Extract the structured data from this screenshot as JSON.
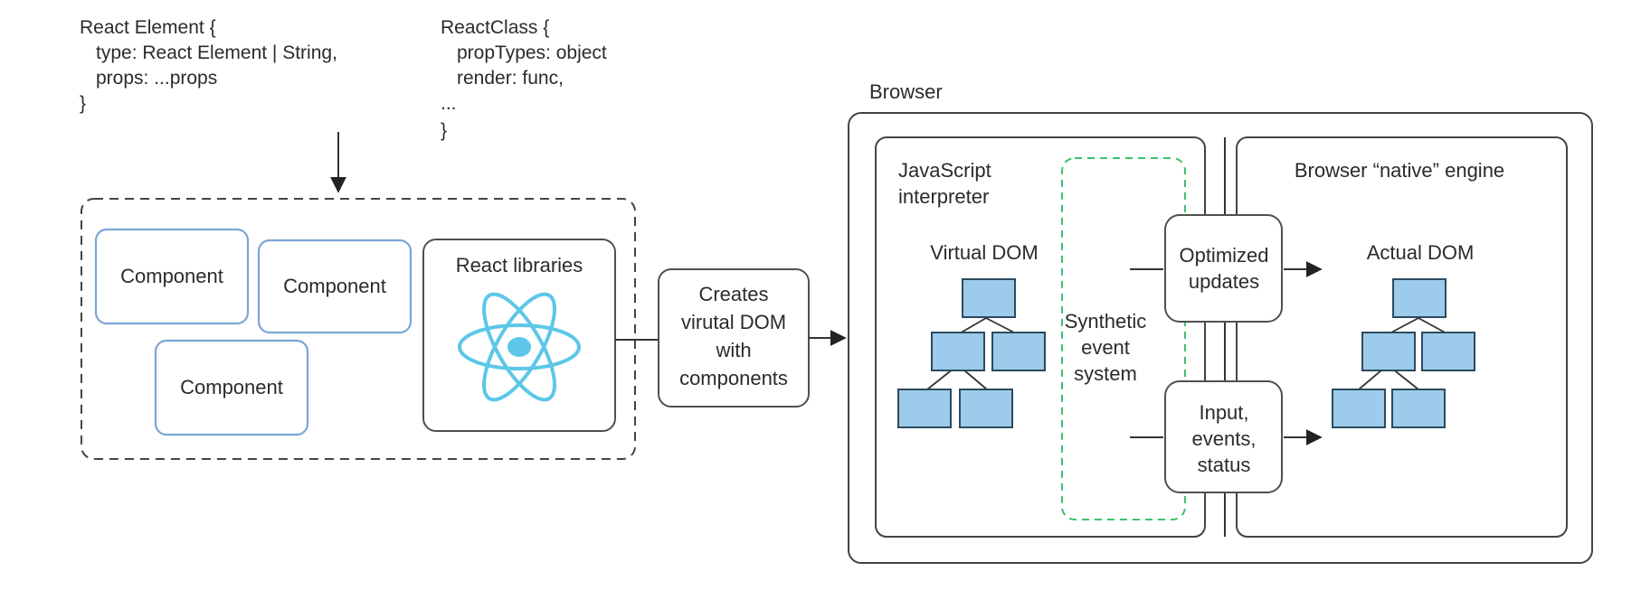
{
  "react_element": {
    "lines": [
      "React Element {",
      "  type: React Element | String,",
      "  props: ...props",
      "}"
    ]
  },
  "react_class": {
    "lines": [
      "ReactClass {",
      "  propTypes: object",
      "  render: func,",
      "  ...",
      "}"
    ]
  },
  "components": [
    "Component",
    "Component",
    "Component"
  ],
  "react_libraries": {
    "label": "React libraries"
  },
  "creates_box": {
    "lines": [
      "Creates",
      "virutal DOM",
      "with",
      "components"
    ]
  },
  "browser": {
    "label": "Browser",
    "js_interpreter": {
      "lines": [
        "JavaScript",
        "interpreter"
      ]
    },
    "virtual_dom": "Virtual DOM",
    "synthetic": {
      "lines": [
        "Synthetic",
        "event",
        "system"
      ]
    },
    "native_engine": "Browser “native” engine",
    "optimized": {
      "lines": [
        "Optimized",
        "updates"
      ]
    },
    "input": {
      "lines": [
        "Input,",
        "events,",
        "status"
      ]
    },
    "actual_dom": "Actual DOM"
  },
  "colors": {
    "component_border": "#7aa6d6",
    "node_fill": "#9ccbeb",
    "react_logo": "#5cc7e8",
    "synthetic_dash": "#3cc26a"
  }
}
